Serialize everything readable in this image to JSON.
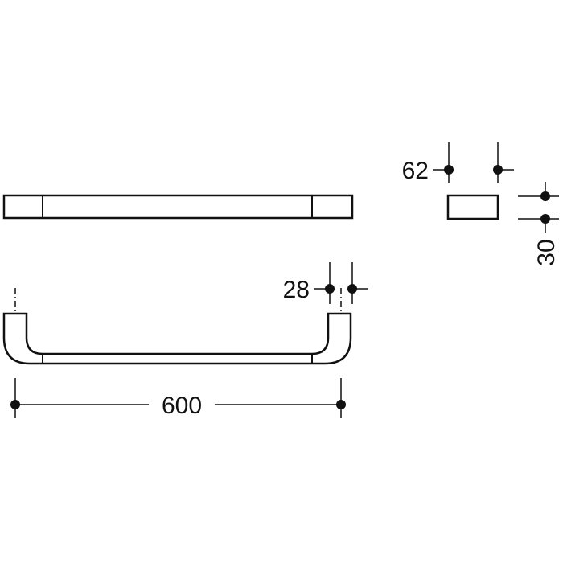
{
  "drawing": {
    "type": "technical dimension drawing",
    "subject": "towel rail / grab bar",
    "color": "#111111",
    "background": "#ffffff",
    "views": {
      "top_view": {
        "label": "top view of bar"
      },
      "side_view": {
        "label": "front view of U-shaped bar"
      },
      "cross_section": {
        "label": "end profile"
      }
    },
    "dimensions": {
      "length": "600",
      "depth": "28",
      "width": "62",
      "height": "30"
    },
    "units": "mm"
  }
}
